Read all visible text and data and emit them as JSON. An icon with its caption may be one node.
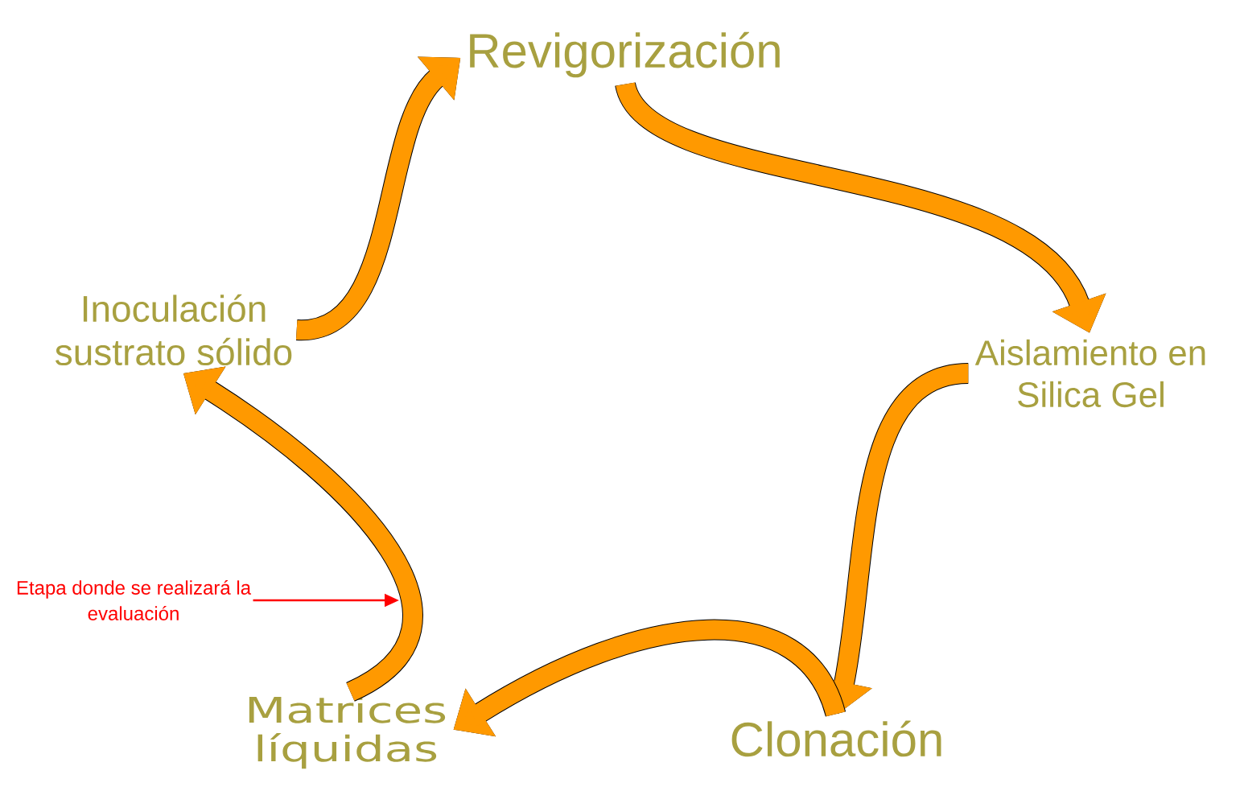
{
  "diagram": {
    "nodes": [
      {
        "text": [
          "Revigorización"
        ]
      },
      {
        "text": [
          "Aislamiento en Silica Gel"
        ]
      },
      {
        "text": [
          "Clonación"
        ]
      },
      {
        "text": [
          "Matrices líquidas"
        ]
      },
      {
        "text": [
          "Inoculación sustrato sólido"
        ]
      },
      {
        "text": [
          "Etapa donde se realizará la evaluación"
        ]
      }
    ],
    "edges": [
      {
        "from": 4,
        "to": 0,
        "arrow": "to"
      },
      {
        "from": 0,
        "to": 1,
        "arrow": "to"
      },
      {
        "from": 1,
        "to": 2,
        "arrow": "to"
      },
      {
        "from": 2,
        "to": 3,
        "arrow": "to"
      },
      {
        "from": 3,
        "to": 4,
        "arrow": "to"
      },
      {
        "from": 5,
        "to": null,
        "arrow": "to",
        "color": "#ff0000"
      }
    ]
  }
}
